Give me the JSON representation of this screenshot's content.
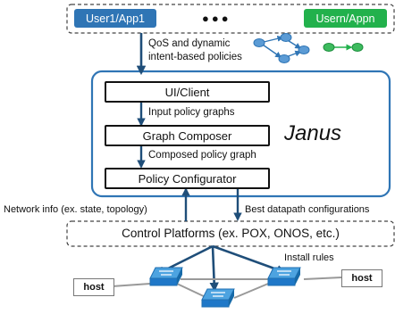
{
  "apps": {
    "first": "User1/App1",
    "last": "Usern/Appn",
    "ellipsis": "●●●",
    "first_color": "#2f75b5",
    "last_color": "#22b14c"
  },
  "labels": {
    "policies_line1": "QoS and dynamic",
    "policies_line2": "intent-based policies",
    "input_graphs": "Input policy graphs",
    "composed_graph": "Composed policy graph",
    "network_info": "Network info (ex. state, topology)",
    "best_datapath": "Best datapath configurations",
    "install_rules": "Install rules"
  },
  "system": {
    "name": "Janus",
    "accent_color": "#2f75b5",
    "layers": [
      "UI/Client",
      "Graph Composer",
      "Policy Configurator"
    ]
  },
  "control": {
    "label": "Control Platforms (ex. POX, ONOS, etc.)"
  },
  "hosts": [
    "host",
    "host"
  ],
  "icons": {
    "policy_graph": "blue-node-graph-icon",
    "green_edge": "green-two-node-icon",
    "switch": "network-switch-icon"
  }
}
